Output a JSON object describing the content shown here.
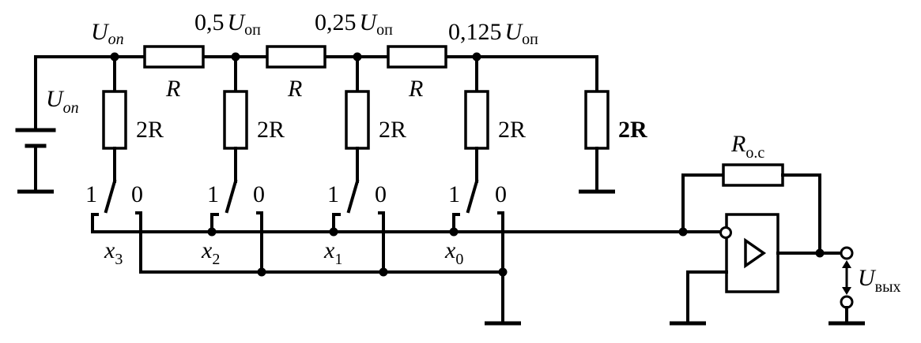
{
  "source": {
    "label_main": "U",
    "label_sub": "оп"
  },
  "nodes": [
    {
      "prefix": "",
      "sym": "U",
      "sub": "оп"
    },
    {
      "prefix": "0,5",
      "sym": "U",
      "sub": "оп"
    },
    {
      "prefix": "0,25",
      "sym": "U",
      "sub": "оп"
    },
    {
      "prefix": "0,125",
      "sym": "U",
      "sub": "оп"
    }
  ],
  "series_resistors": [
    "R",
    "R",
    "R"
  ],
  "shunt_resistors": [
    "2R",
    "2R",
    "2R",
    "2R",
    "2R"
  ],
  "switches": [
    {
      "pos1": "1",
      "pos0": "0",
      "bit": "x",
      "bit_sub": "3"
    },
    {
      "pos1": "1",
      "pos0": "0",
      "bit": "x",
      "bit_sub": "2"
    },
    {
      "pos1": "1",
      "pos0": "0",
      "bit": "x",
      "bit_sub": "1"
    },
    {
      "pos1": "1",
      "pos0": "0",
      "bit": "x",
      "bit_sub": "0"
    }
  ],
  "feedback": {
    "sym": "R",
    "sub": "о.с"
  },
  "output": {
    "sym": "U",
    "sub": "вых"
  },
  "amplifier_symbol": "triangle-icon"
}
